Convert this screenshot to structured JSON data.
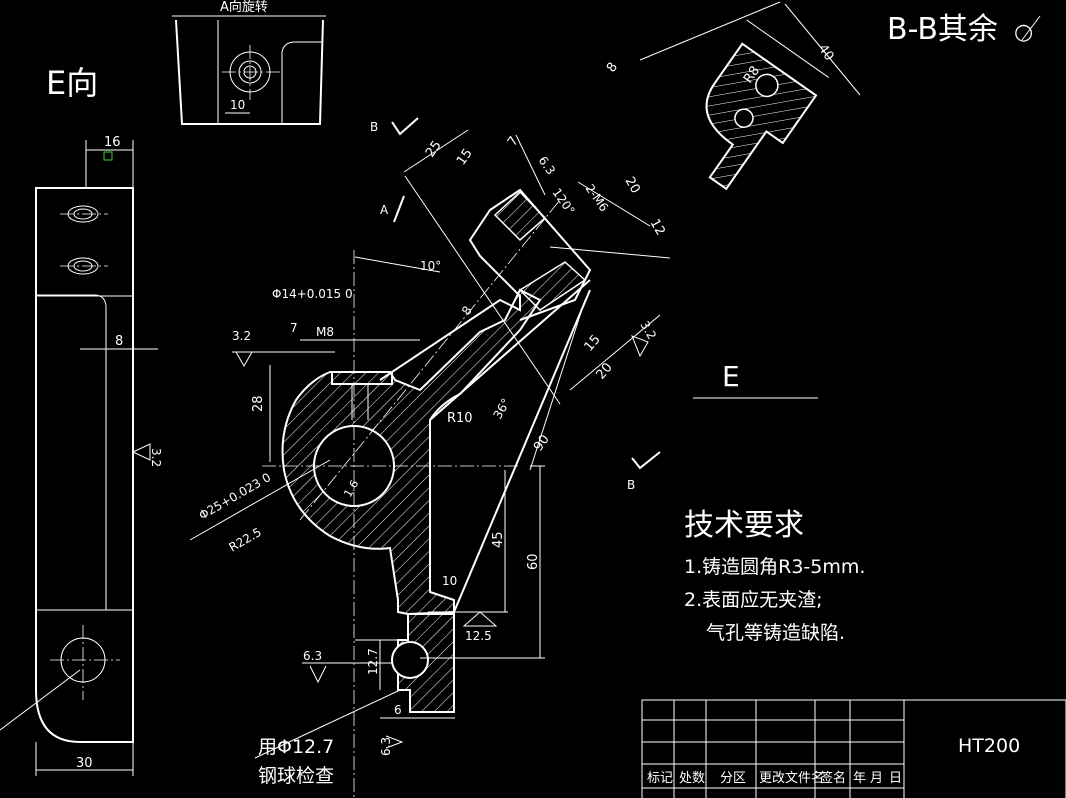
{
  "view_e_title": "E向",
  "view_a_title": "A向旋转",
  "section_title": "B-B其余",
  "section_label_b": "B",
  "view_arrow_a": "A",
  "view_label_e": "E",
  "dims": {
    "top_width": "16",
    "left_8": "8",
    "roughness_3_2_left": "3.2",
    "bottom_30": "30",
    "a_view_10": "10",
    "sec_8": "8",
    "sec_40": "40",
    "sec_r8": "R8",
    "d25": "25",
    "d15": "15",
    "d7": "7",
    "d6_3_top": "6.3",
    "d120": "120°",
    "d2m6": "2-M6",
    "d20_top": "20",
    "d12": "12",
    "d10deg": "10°",
    "d14": "Φ14+0.015 0",
    "d3_2_a": "3.2",
    "d7b": "7",
    "dm8": "M8",
    "d8b": "8",
    "d28": "28",
    "dr10": "R10",
    "d36": "36°",
    "d15b": "15",
    "d20b": "20",
    "d3_2_b": "3.2",
    "d90": "90",
    "d25h": "Φ25+0.023 0",
    "dr225": "R22.5",
    "d1_6": "1.6",
    "d45": "45",
    "d60": "60",
    "d10b": "10",
    "d12_5": "12.5",
    "d6_3_a": "6.3",
    "d12_7": "12.7",
    "d6": "6",
    "d6_3_b": "6.3"
  },
  "ball_note_line1": "用Φ12.7",
  "ball_note_line2": "钢球检查",
  "tech_req": {
    "title": "技术要求",
    "item1": "1.铸造圆角R3-5mm.",
    "item2": "2.表面应无夹渣;",
    "item3": "气孔等铸造缺陷."
  },
  "title_block": {
    "material": "HT200",
    "headers": [
      "标记",
      "处数",
      "分区",
      "更改文件名",
      "签名",
      "年",
      "月",
      "日"
    ]
  }
}
